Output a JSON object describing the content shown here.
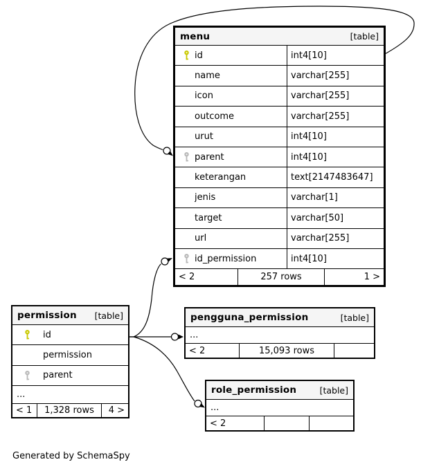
{
  "page": {
    "generated_note": "Generated by SchemaSpy"
  },
  "colors": {
    "primary_key_icon": "#c8c800",
    "foreign_key_icon": "#b9b9b9",
    "table_header_bg": "#f5f5f5",
    "border": "#000000"
  },
  "tables": {
    "menu": {
      "name": "menu",
      "tag": "[table]",
      "columns": [
        {
          "name": "id",
          "type": "int4[10]",
          "key": "primary-key"
        },
        {
          "name": "name",
          "type": "varchar[255]"
        },
        {
          "name": "icon",
          "type": "varchar[255]"
        },
        {
          "name": "outcome",
          "type": "varchar[255]"
        },
        {
          "name": "urut",
          "type": "int4[10]"
        },
        {
          "name": "parent",
          "type": "int4[10]",
          "key": "foreign-key"
        },
        {
          "name": "keterangan",
          "type": "text[2147483647]"
        },
        {
          "name": "jenis",
          "type": "varchar[1]"
        },
        {
          "name": "target",
          "type": "varchar[50]"
        },
        {
          "name": "url",
          "type": "varchar[255]"
        },
        {
          "name": "id_permission",
          "type": "int4[10]",
          "key": "foreign-key"
        }
      ],
      "footer": {
        "prev": "< 2",
        "rows": "257 rows",
        "next": "1 >"
      }
    },
    "permission": {
      "name": "permission",
      "tag": "[table]",
      "columns": [
        {
          "name": "id",
          "key": "primary-key"
        },
        {
          "name": "permission"
        },
        {
          "name": "parent",
          "key": "foreign-key"
        }
      ],
      "ellipsis": "...",
      "footer": {
        "prev": "< 1",
        "rows": "1,328 rows",
        "next": "4 >"
      }
    },
    "pengguna_permission": {
      "name": "pengguna_permission",
      "tag": "[table]",
      "ellipsis": "...",
      "footer": {
        "prev": "< 2",
        "rows": "15,093 rows",
        "next": ""
      }
    },
    "role_permission": {
      "name": "role_permission",
      "tag": "[table]",
      "ellipsis": "...",
      "footer": {
        "prev": "< 2",
        "rows": "",
        "next": ""
      }
    }
  },
  "relationships": [
    {
      "from": "menu.id",
      "to": "menu.parent"
    },
    {
      "from": "permission.id",
      "to": "menu.id_permission"
    },
    {
      "from": "permission.id",
      "to": "pengguna_permission"
    },
    {
      "from": "permission.id",
      "to": "role_permission"
    }
  ]
}
